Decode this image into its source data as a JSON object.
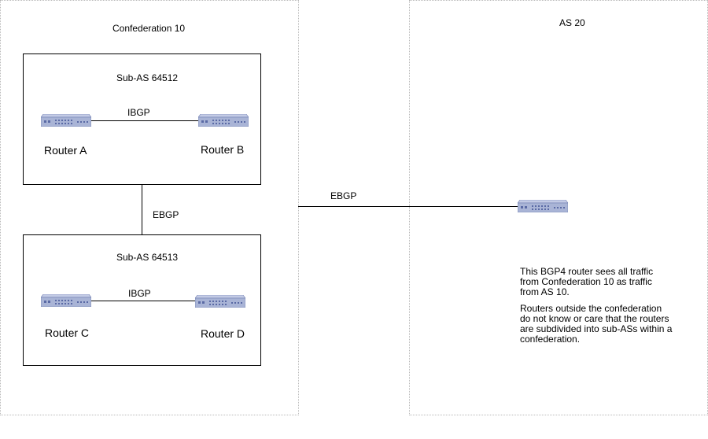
{
  "confederation": {
    "title": "Confederation 10"
  },
  "as20": {
    "title": "AS 20"
  },
  "sub_as_top": {
    "title": "Sub-AS 64512",
    "link_label": "IBGP"
  },
  "sub_as_bottom": {
    "title": "Sub-AS 64513",
    "link_label": "IBGP"
  },
  "links": {
    "between_subas": "EBGP",
    "to_as20": "EBGP"
  },
  "routers": {
    "a": "Router A",
    "b": "Router B",
    "c": "Router C",
    "d": "Router D"
  },
  "note": {
    "para1": "This BGP4 router sees all traffic from Confederation 10 as traffic from AS 10.",
    "para2": "Routers outside the confederation do not know or care that the routers are subdivided into sub-ASs within a confederation."
  },
  "colors": {
    "router_body": "#a9b4d6",
    "router_front": "#7f8dbf",
    "region_border": "#b9b9b9"
  },
  "icons": {
    "router": "router-icon"
  }
}
